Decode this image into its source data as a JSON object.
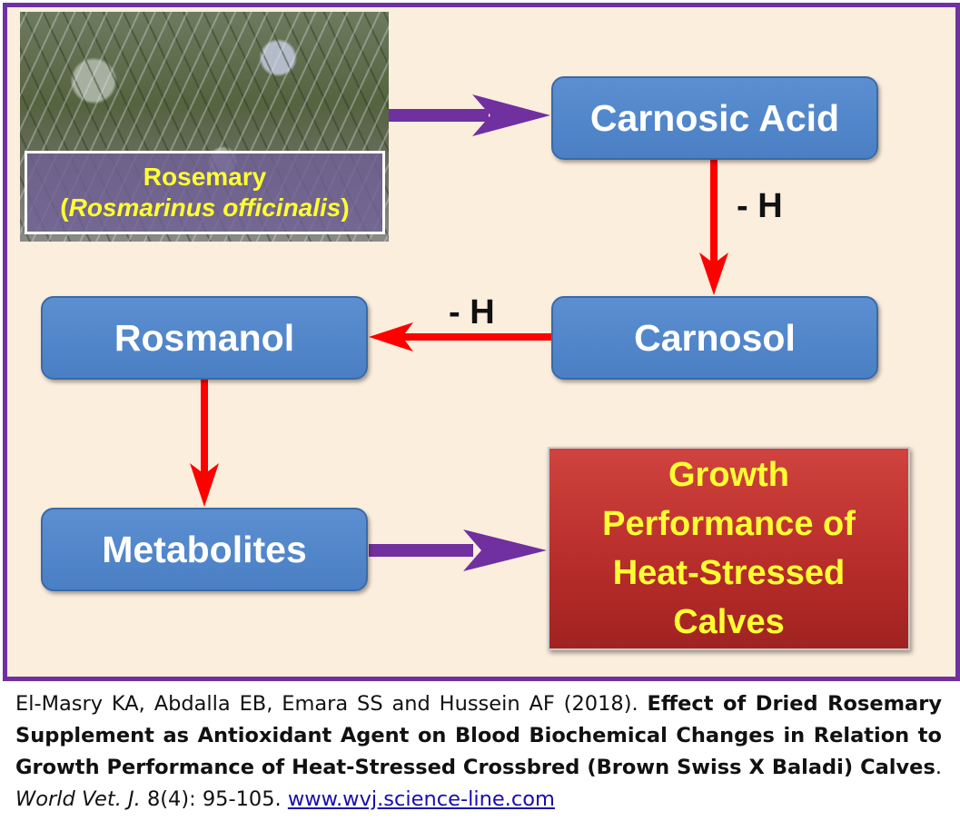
{
  "colors": {
    "border": "#7030a0",
    "background": "#fbeedd",
    "node_fill": "#4f81bd",
    "outcome_fill": "#c0392b",
    "label_yellow": "#ffff33",
    "red_arrow": "#ff0000",
    "purple_arrow": "#7030a0"
  },
  "diagram": {
    "photo_label": {
      "line1": "Rosemary",
      "paren_open": "(",
      "scientific_name": "Rosmarinus officinalis",
      "paren_close": ")"
    },
    "nodes": {
      "carnosic_acid": "Carnosic Acid",
      "carnosol": "Carnosol",
      "rosmanol": "Rosmanol",
      "metabolites": "Metabolites"
    },
    "outcome": "Growth Performance of Heat-Stressed Calves",
    "edge_labels": {
      "carnosic_to_carnosol": "- H",
      "carnosol_to_rosmanol": "- H"
    }
  },
  "citation": {
    "authors": "El-Masry KA, Abdalla EB, Emara SS and Hussein AF (2018).",
    "title": "Effect of Dried Rosemary Supplement as Antioxidant Agent on Blood Biochemical Changes in Relation to Growth Performance of Heat-Stressed Crossbred (Brown Swiss X Baladi) Calves",
    "title_end": ".",
    "journal": "World Vet. J.",
    "volume_pages": "8(4): 95-105.",
    "url": "www.wvj.science-line.com"
  }
}
